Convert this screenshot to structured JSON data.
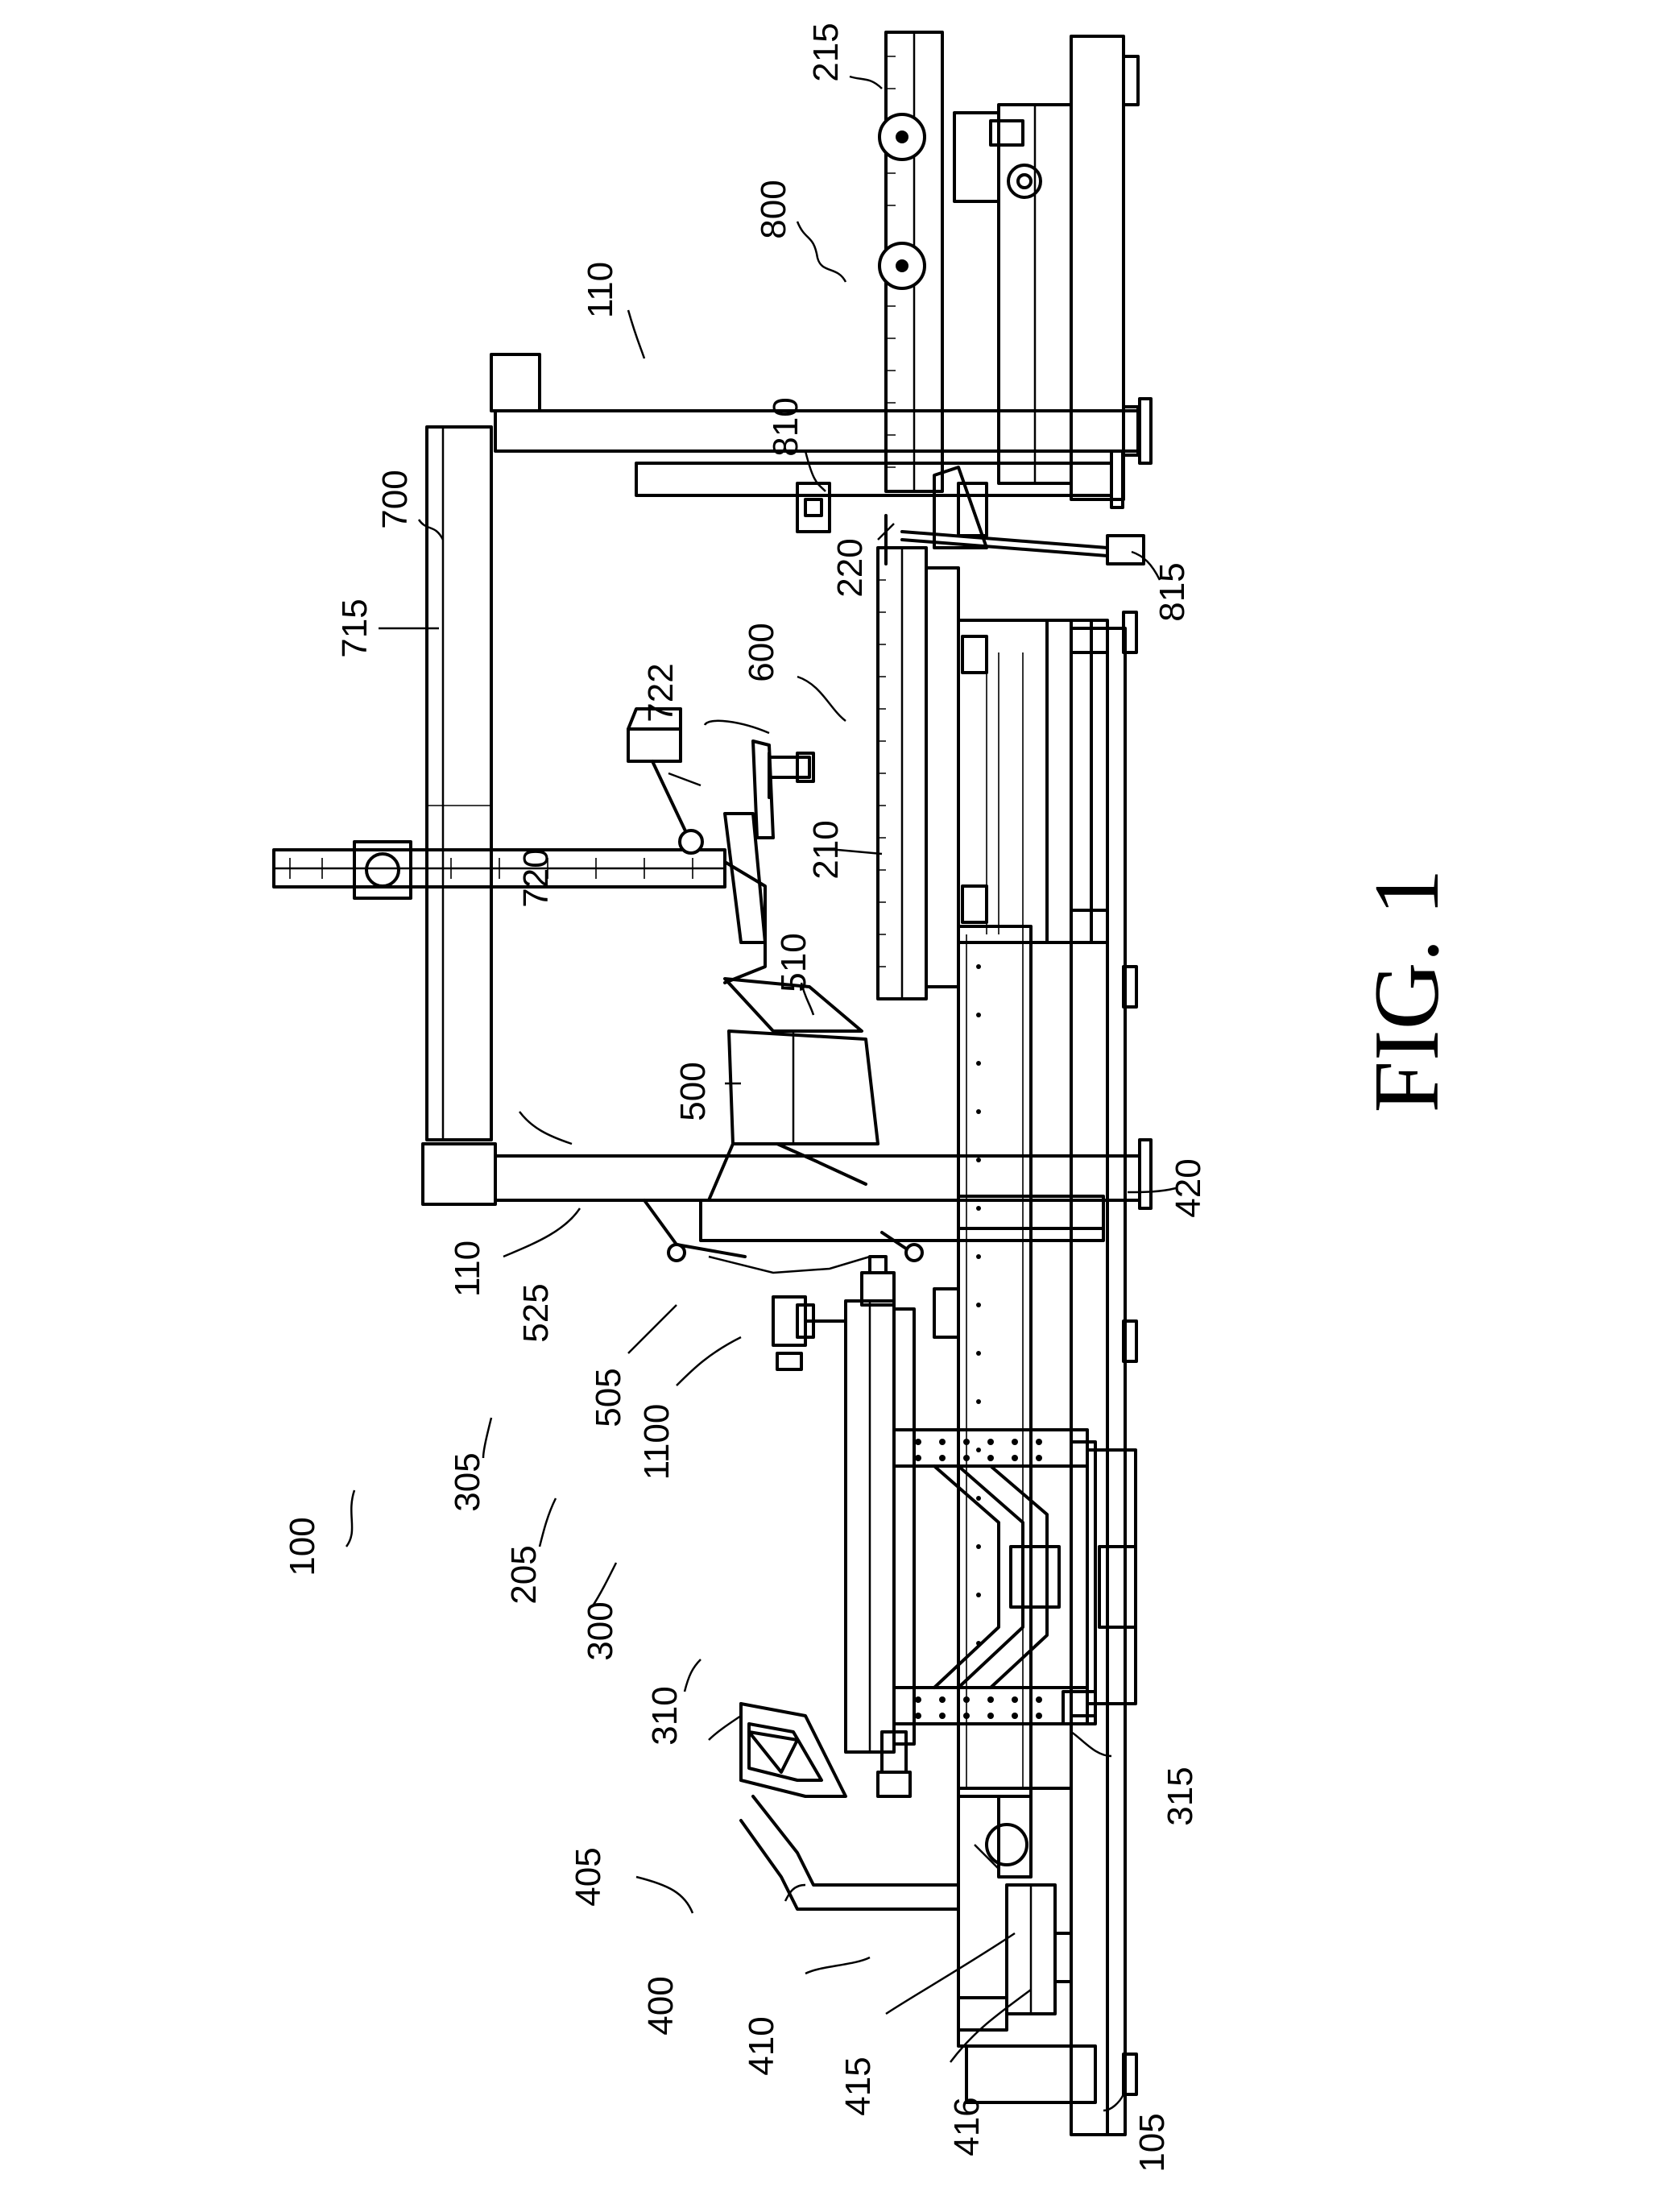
{
  "figure_label": "FIG. 1",
  "reference_numerals": {
    "r100": "100",
    "r105": "105",
    "r110_top": "110",
    "r110_bottom": "110",
    "r205": "205",
    "r210": "210",
    "r215": "215",
    "r220": "220",
    "r300": "300",
    "r305": "305",
    "r310": "310",
    "r315": "315",
    "r400": "400",
    "r405": "405",
    "r410": "410",
    "r415": "415",
    "r416": "416",
    "r420": "420",
    "r500": "500",
    "r505": "505",
    "r510": "510",
    "r525": "525",
    "r600": "600",
    "r700": "700",
    "r715": "715",
    "r720": "720",
    "r722": "722",
    "r800": "800",
    "r810": "810",
    "r815": "815",
    "r1100": "1100"
  }
}
